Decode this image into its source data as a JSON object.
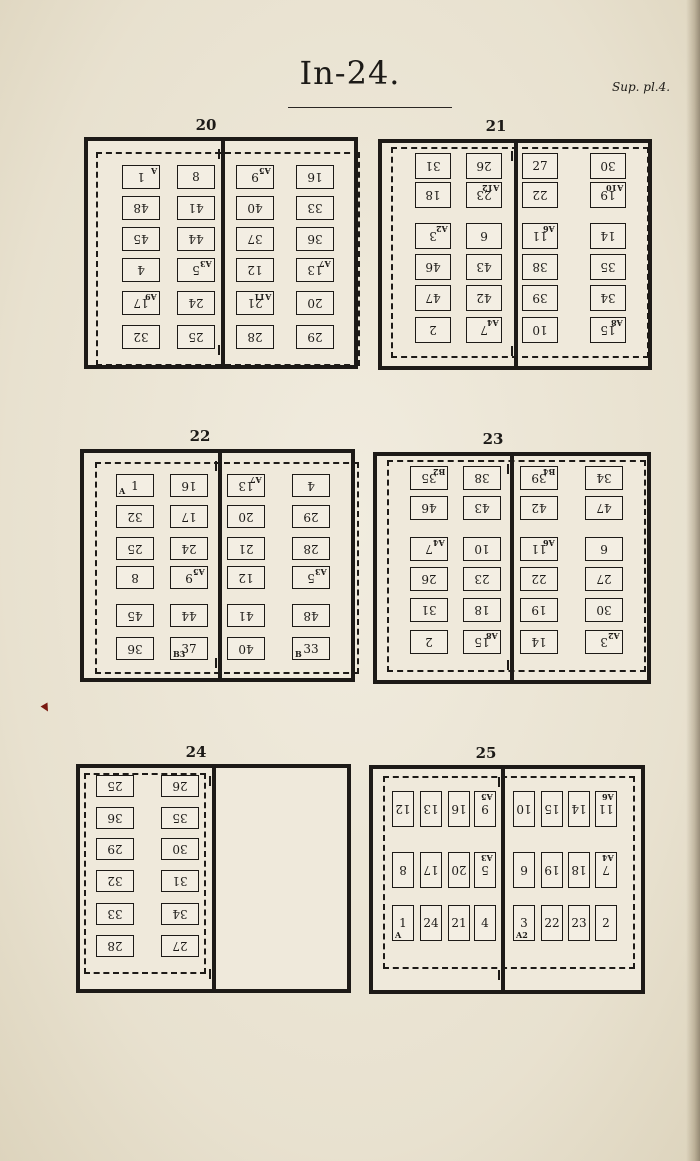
{
  "title": "In-24.",
  "plate_ref": "Sup. pl.4.",
  "figures": [
    {
      "label": "20",
      "halves": [
        [
          [
            {
              "t": "1",
              "s": "A",
              "inv": true
            },
            {
              "t": "8"
            }
          ],
          [
            {
              "t": "48",
              "inv": true
            },
            {
              "t": "41",
              "inv": true
            }
          ],
          [
            {
              "t": "45",
              "inv": true
            },
            {
              "t": "44",
              "inv": true
            }
          ],
          [
            {
              "t": "4",
              "inv": true
            },
            {
              "t": "5",
              "s": "A3",
              "inv": true
            }
          ],
          [
            {
              "t": "17",
              "s": "A9",
              "inv": true
            },
            {
              "t": "24",
              "inv": true
            }
          ],
          [
            {
              "t": "32",
              "inv": true
            },
            {
              "t": "25",
              "inv": true
            }
          ]
        ],
        [
          [
            {
              "t": "9",
              "s": "A5",
              "inv": true
            },
            {
              "t": "16",
              "inv": true
            }
          ],
          [
            {
              "t": "40",
              "inv": true
            },
            {
              "t": "33",
              "inv": true
            }
          ],
          [
            {
              "t": "37",
              "inv": true
            },
            {
              "t": "36",
              "inv": true
            }
          ],
          [
            {
              "t": "12",
              "inv": true
            },
            {
              "t": "13",
              "s": "A7",
              "inv": true
            }
          ],
          [
            {
              "t": "21",
              "s": "A11",
              "inv": true
            },
            {
              "t": "20",
              "inv": true
            }
          ],
          [
            {
              "t": "28",
              "inv": true
            },
            {
              "t": "29",
              "inv": true
            }
          ]
        ]
      ]
    },
    {
      "label": "21",
      "halves": [
        [
          [
            {
              "t": "31",
              "inv": true
            },
            {
              "t": "26",
              "inv": true
            }
          ],
          [
            {
              "t": "18",
              "inv": true
            },
            {
              "t": "23",
              "s": "A12",
              "inv": true
            }
          ],
          [
            {
              "t": "3",
              "s": "A2",
              "inv": true
            },
            {
              "t": "6",
              "inv": true
            }
          ],
          [
            {
              "t": "46",
              "inv": true
            },
            {
              "t": "43",
              "inv": true
            }
          ],
          [
            {
              "t": "47",
              "inv": true
            },
            {
              "t": "42",
              "inv": true
            }
          ],
          [
            {
              "t": "2",
              "inv": true
            },
            {
              "t": "7",
              "s": "A4",
              "inv": true
            }
          ]
        ],
        [
          [
            {
              "t": "27"
            },
            {
              "t": "30",
              "inv": true
            }
          ],
          [
            {
              "t": "22",
              "inv": true
            },
            {
              "t": "19",
              "s": "A10",
              "inv": true
            }
          ],
          [
            {
              "t": "11",
              "s": "A6",
              "inv": true
            },
            {
              "t": "14",
              "inv": true
            }
          ],
          [
            {
              "t": "38",
              "inv": true
            },
            {
              "t": "35",
              "inv": true
            }
          ],
          [
            {
              "t": "39",
              "inv": true
            },
            {
              "t": "34",
              "inv": true
            }
          ],
          [
            {
              "t": "10",
              "inv": true
            },
            {
              "t": "15",
              "s": "A8",
              "inv": true
            }
          ]
        ]
      ]
    },
    {
      "label": "22",
      "halves": [
        [
          [
            {
              "t": "1",
              "s": "A"
            },
            {
              "t": "16",
              "inv": true
            }
          ],
          [
            {
              "t": "32",
              "inv": true
            },
            {
              "t": "17",
              "inv": true
            }
          ],
          [
            {
              "t": "25",
              "inv": true
            },
            {
              "t": "24",
              "inv": true
            }
          ],
          [
            {
              "t": "8",
              "inv": true
            },
            {
              "t": "9",
              "s": "A5",
              "inv": true
            }
          ],
          [
            {
              "t": "45",
              "inv": true
            },
            {
              "t": "44",
              "inv": true
            }
          ],
          [
            {
              "t": "36",
              "inv": true
            },
            {
              "t": "37",
              "s": "B3"
            }
          ]
        ],
        [
          [
            {
              "t": "13",
              "s": "A7",
              "inv": true
            },
            {
              "t": "4",
              "inv": true
            }
          ],
          [
            {
              "t": "20",
              "inv": true
            },
            {
              "t": "29",
              "inv": true
            }
          ],
          [
            {
              "t": "21",
              "inv": true
            },
            {
              "t": "28",
              "inv": true
            }
          ],
          [
            {
              "t": "12",
              "inv": true
            },
            {
              "t": "5",
              "s": "A3",
              "inv": true
            }
          ],
          [
            {
              "t": "41",
              "inv": true
            },
            {
              "t": "48",
              "inv": true
            }
          ],
          [
            {
              "t": "40",
              "inv": true
            },
            {
              "t": "33",
              "s": "B"
            }
          ]
        ]
      ]
    },
    {
      "label": "23",
      "halves": [
        [
          [
            {
              "t": "35",
              "s": "B2",
              "inv": true
            },
            {
              "t": "38",
              "inv": true
            }
          ],
          [
            {
              "t": "46",
              "inv": true
            },
            {
              "t": "43",
              "inv": true
            }
          ],
          [
            {
              "t": "7",
              "s": "A4",
              "inv": true
            },
            {
              "t": "10",
              "inv": true
            }
          ],
          [
            {
              "t": "26",
              "inv": true
            },
            {
              "t": "23",
              "inv": true
            }
          ],
          [
            {
              "t": "31",
              "inv": true
            },
            {
              "t": "18",
              "inv": true
            }
          ],
          [
            {
              "t": "2",
              "inv": true
            },
            {
              "t": "15",
              "s": "A8",
              "inv": true
            }
          ]
        ],
        [
          [
            {
              "t": "39",
              "s": "B4",
              "inv": true
            },
            {
              "t": "34",
              "inv": true
            }
          ],
          [
            {
              "t": "42",
              "inv": true
            },
            {
              "t": "47",
              "inv": true
            }
          ],
          [
            {
              "t": "11",
              "s": "A6",
              "inv": true
            },
            {
              "t": "6",
              "inv": true
            }
          ],
          [
            {
              "t": "22",
              "inv": true
            },
            {
              "t": "27",
              "inv": true
            }
          ],
          [
            {
              "t": "19",
              "inv": true
            },
            {
              "t": "30",
              "inv": true
            }
          ],
          [
            {
              "t": "14",
              "inv": true
            },
            {
              "t": "3",
              "s": "A2",
              "inv": true
            }
          ]
        ]
      ]
    },
    {
      "label": "24",
      "halves": [
        [
          [
            {
              "t": "25",
              "inv": true
            },
            {
              "t": "26",
              "inv": true
            }
          ],
          [
            {
              "t": "36",
              "inv": true
            },
            {
              "t": "35",
              "inv": true
            }
          ],
          [
            {
              "t": "29",
              "inv": true
            },
            {
              "t": "30",
              "inv": true
            }
          ],
          [
            {
              "t": "32",
              "inv": true
            },
            {
              "t": "31",
              "inv": true
            }
          ],
          [
            {
              "t": "33",
              "inv": true
            },
            {
              "t": "34",
              "inv": true
            }
          ],
          [
            {
              "t": "28",
              "inv": true
            },
            {
              "t": "27",
              "inv": true
            }
          ]
        ],
        []
      ]
    },
    {
      "label": "25",
      "halves": [
        [
          [
            {
              "t": "12",
              "inv": true
            },
            {
              "t": "13",
              "inv": true
            },
            {
              "t": "16",
              "inv": true
            },
            {
              "t": "9",
              "s": "A5",
              "inv": true
            }
          ],
          [
            {
              "t": "8",
              "inv": true
            },
            {
              "t": "17",
              "inv": true
            },
            {
              "t": "20",
              "inv": true
            },
            {
              "t": "5",
              "s": "A3",
              "inv": true
            }
          ],
          [
            {
              "t": "1",
              "s": "A"
            },
            {
              "t": "24"
            },
            {
              "t": "21"
            },
            {
              "t": "4"
            }
          ]
        ],
        [
          [
            {
              "t": "10",
              "inv": true
            },
            {
              "t": "15",
              "inv": true
            },
            {
              "t": "14",
              "inv": true
            },
            {
              "t": "11",
              "s": "A6",
              "inv": true
            }
          ],
          [
            {
              "t": "6",
              "inv": true
            },
            {
              "t": "19",
              "inv": true
            },
            {
              "t": "18",
              "inv": true
            },
            {
              "t": "7",
              "s": "A4",
              "inv": true
            }
          ],
          [
            {
              "t": "3",
              "s": "A2"
            },
            {
              "t": "22"
            },
            {
              "t": "23"
            },
            {
              "t": "2"
            }
          ]
        ]
      ]
    }
  ]
}
